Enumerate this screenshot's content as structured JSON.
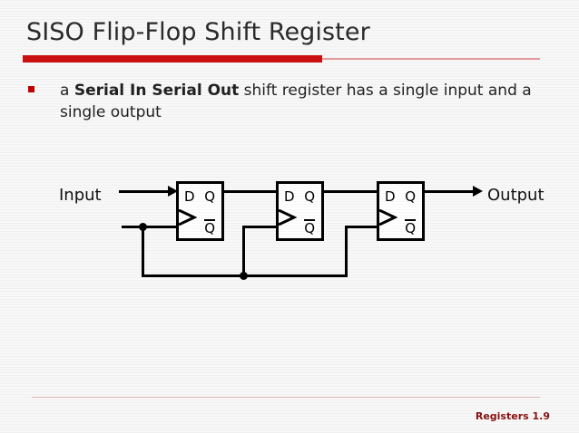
{
  "slide": {
    "title": "SISO Flip-Flop Shift Register",
    "accent_color": "#cc1111",
    "accent_light_color": "#e49b9b",
    "background_color": "#f8f8f8",
    "bullets": [
      {
        "marker": "red-square-bullet",
        "text_before": "a ",
        "text_bold": "Serial In Serial Out",
        "text_after": " shift register has a single input and a single output",
        "full_text": "a Serial In Serial Out shift register has a single input and a single output"
      }
    ],
    "footer": {
      "label": "Registers 1.9",
      "color": "#8a1010"
    }
  },
  "diagram": {
    "name": "siso-shift-register-schematic",
    "input_label": "Input",
    "output_label": "Output",
    "flipflops": [
      {
        "id": "ff1",
        "pin_d": "D",
        "pin_q": "Q",
        "pin_qbar": "Q",
        "clock_marker": ">"
      },
      {
        "id": "ff2",
        "pin_d": "D",
        "pin_q": "Q",
        "pin_qbar": "Q",
        "clock_marker": ">"
      },
      {
        "id": "ff3",
        "pin_d": "D",
        "pin_q": "Q",
        "pin_qbar": "Q",
        "clock_marker": ">"
      }
    ],
    "junction_count": 2,
    "stage_count": 3
  }
}
